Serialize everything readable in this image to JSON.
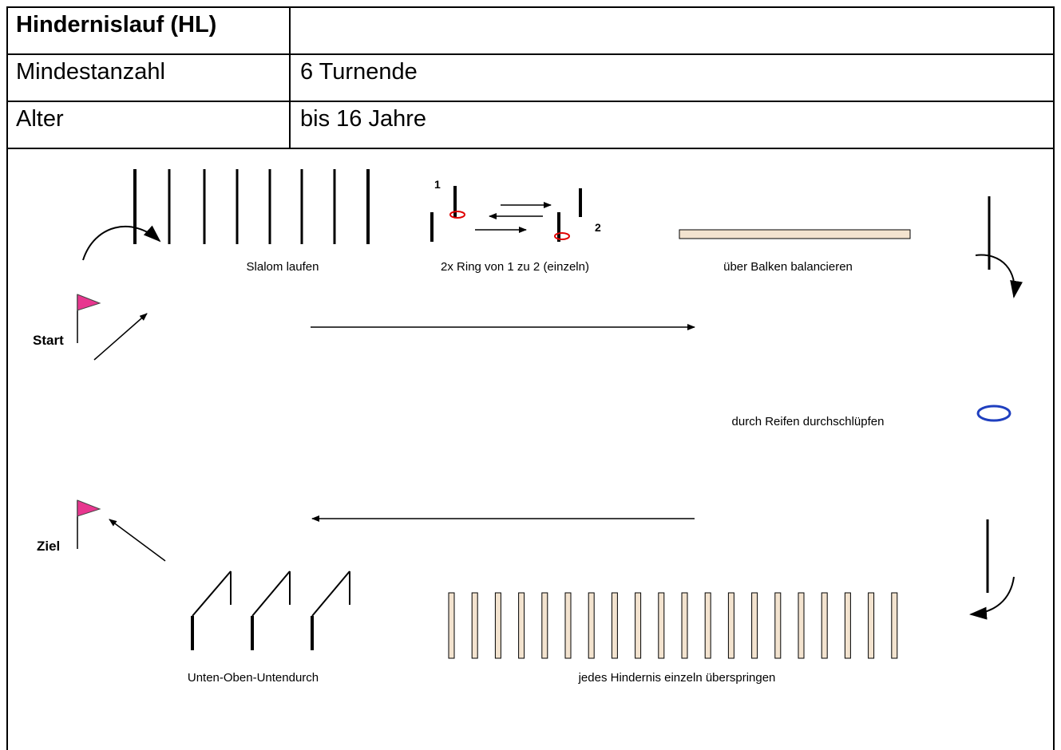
{
  "table": {
    "title": "Hindernislauf (HL)",
    "rows": [
      {
        "label": "Mindestanzahl",
        "value": "6 Turnende"
      },
      {
        "label": "Alter",
        "value": "bis 16 Jahre"
      }
    ]
  },
  "course": {
    "start_label": "Start",
    "finish_label": "Ziel",
    "slalom_label": "Slalom laufen",
    "ring_label": "2x Ring von 1 zu 2 (einzeln)",
    "ring_mark_1": "1",
    "ring_mark_2": "2",
    "beam_label": "über Balken balancieren",
    "hoop_label": "durch Reifen durchschlüpfen",
    "under_over_label": "Unten-Oben-Untendurch",
    "hurdles_label": "jedes Hindernis einzeln überspringen",
    "colors": {
      "flag": "#e8368f",
      "ring": "#e00000",
      "hoop": "#1f3fbf",
      "beam_fill": "#f3e3cf"
    }
  }
}
